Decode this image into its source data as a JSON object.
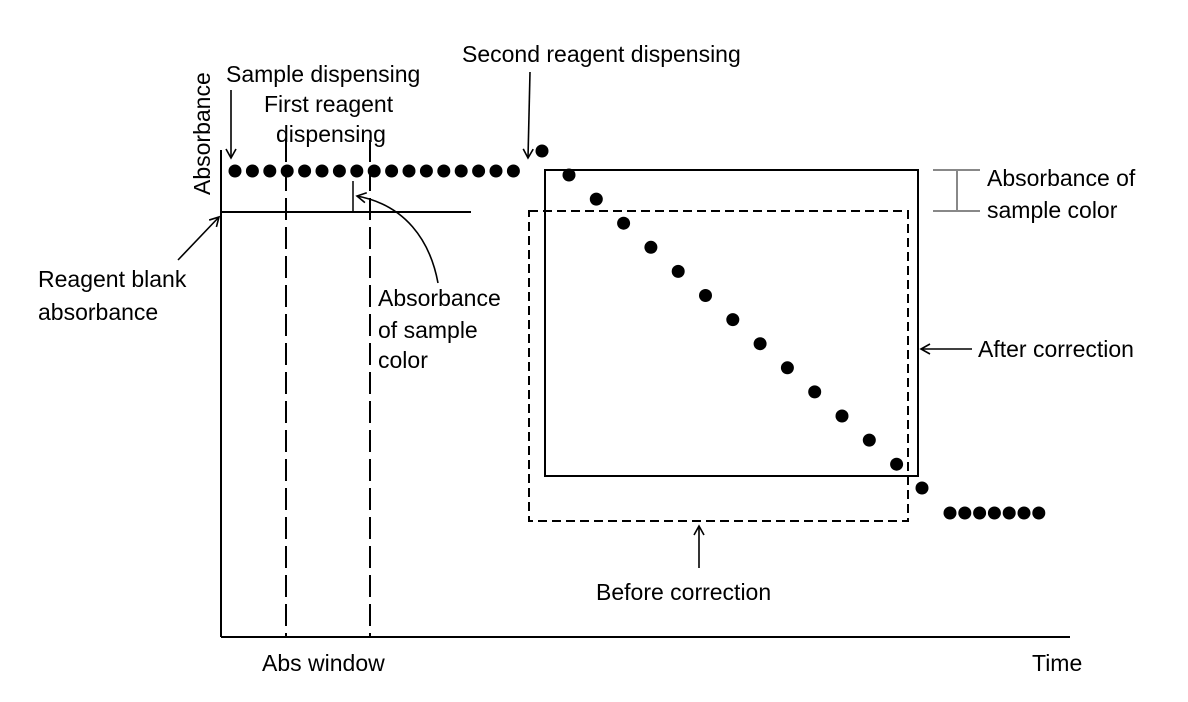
{
  "axes": {
    "y_label": "Absorbance",
    "x_label": "Time",
    "x_window_label": "Abs window"
  },
  "labels": {
    "sample_dispensing": "Sample dispensing",
    "first_reagent_line1": "First reagent",
    "first_reagent_line2": "dispensing",
    "second_reagent": "Second reagent dispensing",
    "reagent_blank_line1": "Reagent blank",
    "reagent_blank_line2": "absorbance",
    "abs_sample_color_mid_line1": "Absorbance",
    "abs_sample_color_mid_line2": "of sample",
    "abs_sample_color_mid_line3": "color",
    "abs_sample_color_right_line1": "Absorbance of",
    "abs_sample_color_right_line2": "sample color",
    "after_correction": "After correction",
    "before_correction": "Before correction"
  },
  "series": {
    "flat_phase_points": 17,
    "spike_points": 1,
    "decline_points": 13,
    "final_plateau_points": 8
  },
  "colors": {
    "ink": "#000000",
    "bracket": "#888888",
    "background": "#ffffff"
  }
}
